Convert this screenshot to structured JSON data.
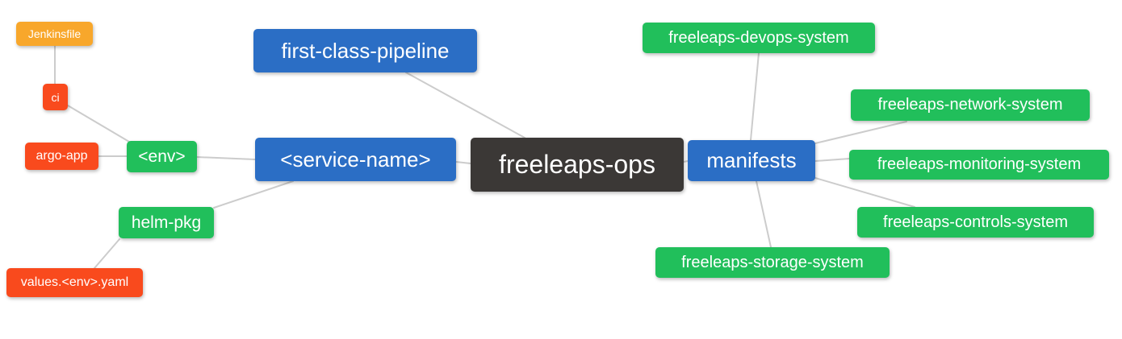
{
  "palette": {
    "blue": "#2b6ec5",
    "green": "#21bf5b",
    "red": "#f94a1d",
    "orange": "#f8a72b",
    "dark": "#3b3836",
    "line": "#cccccc",
    "text": "#ffffff",
    "canvas_bg": "#ffffff"
  },
  "diagram": {
    "type": "mindmap",
    "root": "freeleaps-ops",
    "nodes": {
      "jenkinsfile": {
        "label": "Jenkinsfile",
        "color": "orange"
      },
      "ci": {
        "label": "ci",
        "color": "red"
      },
      "argo_app": {
        "label": "argo-app",
        "color": "red"
      },
      "env": {
        "label": "<env>",
        "color": "green"
      },
      "helm_pkg": {
        "label": "helm-pkg",
        "color": "green"
      },
      "values_env_yaml": {
        "label": "values.<env>.yaml",
        "color": "red"
      },
      "first_class_pipeline": {
        "label": "first-class-pipeline",
        "color": "blue"
      },
      "service_name": {
        "label": "<service-name>",
        "color": "blue"
      },
      "freeleaps_ops": {
        "label": "freeleaps-ops",
        "color": "dark"
      },
      "manifests": {
        "label": "manifests",
        "color": "blue"
      },
      "devops_system": {
        "label": "freeleaps-devops-system",
        "color": "green"
      },
      "network_system": {
        "label": "freeleaps-network-system",
        "color": "green"
      },
      "monitoring_system": {
        "label": "freeleaps-monitoring-system",
        "color": "green"
      },
      "controls_system": {
        "label": "freeleaps-controls-system",
        "color": "green"
      },
      "storage_system": {
        "label": "freeleaps-storage-system",
        "color": "green"
      }
    },
    "edges": [
      {
        "from": "jenkinsfile",
        "to": "ci"
      },
      {
        "from": "ci",
        "to": "env"
      },
      {
        "from": "argo_app",
        "to": "env"
      },
      {
        "from": "env",
        "to": "service_name"
      },
      {
        "from": "helm_pkg",
        "to": "service_name"
      },
      {
        "from": "values_env_yaml",
        "to": "helm_pkg"
      },
      {
        "from": "first_class_pipeline",
        "to": "freeleaps_ops"
      },
      {
        "from": "service_name",
        "to": "freeleaps_ops"
      },
      {
        "from": "freeleaps_ops",
        "to": "manifests"
      },
      {
        "from": "manifests",
        "to": "devops_system"
      },
      {
        "from": "manifests",
        "to": "network_system"
      },
      {
        "from": "manifests",
        "to": "monitoring_system"
      },
      {
        "from": "manifests",
        "to": "controls_system"
      },
      {
        "from": "manifests",
        "to": "storage_system"
      }
    ]
  }
}
